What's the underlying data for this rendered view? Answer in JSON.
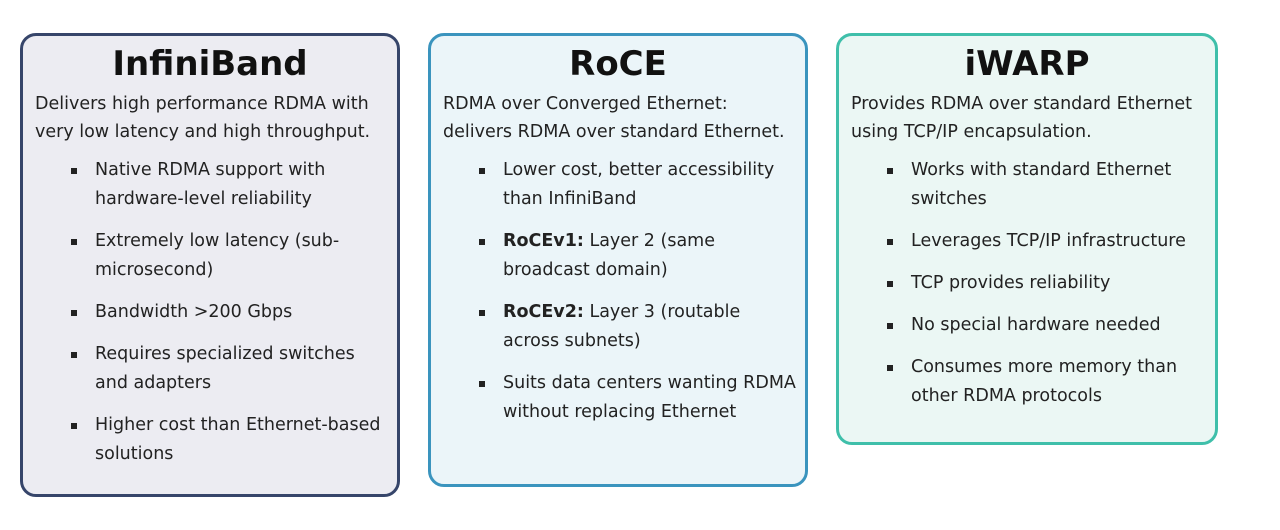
{
  "cards": [
    {
      "title": "InfiniBand",
      "description": "Delivers high performance RDMA with very low latency and high throughput.",
      "border_color": "#36456a",
      "bg_color": "#ececf2",
      "bullets": [
        {
          "lead": "",
          "text": "Native RDMA support with hardware-level reliability"
        },
        {
          "lead": "",
          "text": "Extremely low latency (sub-microsecond)"
        },
        {
          "lead": "",
          "text": "Bandwidth >200 Gbps"
        },
        {
          "lead": "",
          "text": "Requires specialized switches and adapters"
        },
        {
          "lead": "",
          "text": "Higher cost than Ethernet-based solutions"
        }
      ]
    },
    {
      "title": "RoCE",
      "description": "RDMA over Converged Ethernet: delivers RDMA over standard Ethernet.",
      "border_color": "#3a94be",
      "bg_color": "#ebf5f9",
      "bullets": [
        {
          "lead": "",
          "text": "Lower cost, better accessibility than InfiniBand"
        },
        {
          "lead": "RoCEv1:",
          "text": " Layer 2 (same broadcast domain)"
        },
        {
          "lead": "RoCEv2:",
          "text": " Layer 3 (routable across subnets)"
        },
        {
          "lead": "",
          "text": "Suits data centers wanting RDMA without replacing Ethernet"
        }
      ]
    },
    {
      "title": "iWARP",
      "description": "Provides RDMA over standard Ethernet using TCP/IP encapsulation.",
      "border_color": "#3fbfaa",
      "bg_color": "#ebf7f4",
      "bullets": [
        {
          "lead": "",
          "text": "Works with standard Ethernet switches"
        },
        {
          "lead": "",
          "text": "Leverages TCP/IP infrastructure"
        },
        {
          "lead": "",
          "text": "TCP provides reliability"
        },
        {
          "lead": "",
          "text": "No special hardware needed"
        },
        {
          "lead": "",
          "text": "Consumes more memory than other RDMA protocols"
        }
      ]
    }
  ]
}
